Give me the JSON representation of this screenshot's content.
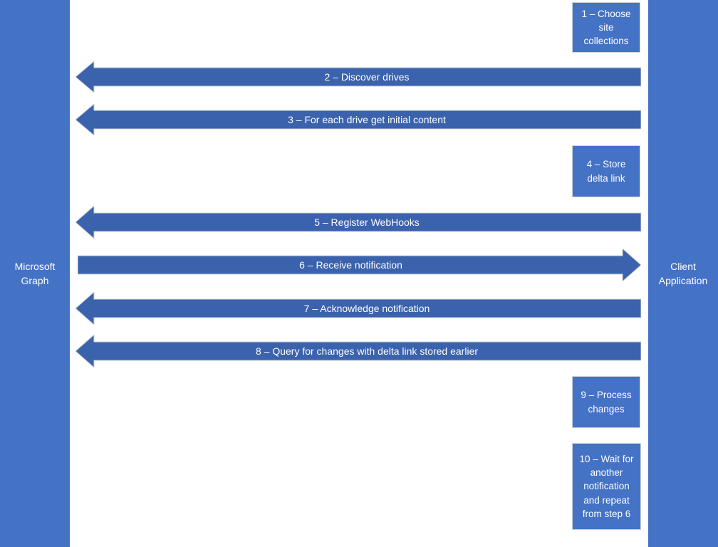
{
  "diagram": {
    "title": "Microsoft Graph / Client Application webhook + delta sequence",
    "colors": {
      "lifeline": "#4472C4",
      "box": "#4472C4",
      "arrow": "#3B62AC",
      "arrow_outline": "#cfd4da",
      "text": "#FFFFFF",
      "background": "#FFFFFF"
    }
  },
  "actors": {
    "left": {
      "name": "microsoft-graph",
      "label": "Microsoft Graph"
    },
    "right": {
      "name": "client-application",
      "label": "Client Application"
    }
  },
  "steps": [
    {
      "id": 1,
      "kind": "box",
      "side": "right",
      "label": "1 – Choose site collections",
      "lines": [
        "1 – Choose",
        "site",
        "collections"
      ]
    },
    {
      "id": 2,
      "kind": "arrow",
      "direction": "left",
      "label": "2 – Discover drives"
    },
    {
      "id": 3,
      "kind": "arrow",
      "direction": "left",
      "label": "3 – For each drive get initial content"
    },
    {
      "id": 4,
      "kind": "box",
      "side": "right",
      "label": "4 – Store delta link",
      "lines": [
        "4 – Store",
        "delta link"
      ]
    },
    {
      "id": 5,
      "kind": "arrow",
      "direction": "left",
      "label": "5 – Register WebHooks"
    },
    {
      "id": 6,
      "kind": "arrow",
      "direction": "right",
      "label": "6 – Receive notification"
    },
    {
      "id": 7,
      "kind": "arrow",
      "direction": "left",
      "label": "7 – Acknowledge notification"
    },
    {
      "id": 8,
      "kind": "arrow",
      "direction": "left",
      "label": "8 – Query for changes with delta link stored earlier"
    },
    {
      "id": 9,
      "kind": "box",
      "side": "right",
      "label": "9 – Process changes",
      "lines": [
        "9 – Process",
        "changes"
      ]
    },
    {
      "id": 10,
      "kind": "box",
      "side": "right",
      "label": "10 – Wait for another notification and repeat from step 6",
      "lines": [
        "10 – Wait for",
        "another",
        "notification",
        "and repeat",
        "from step 6"
      ]
    }
  ]
}
